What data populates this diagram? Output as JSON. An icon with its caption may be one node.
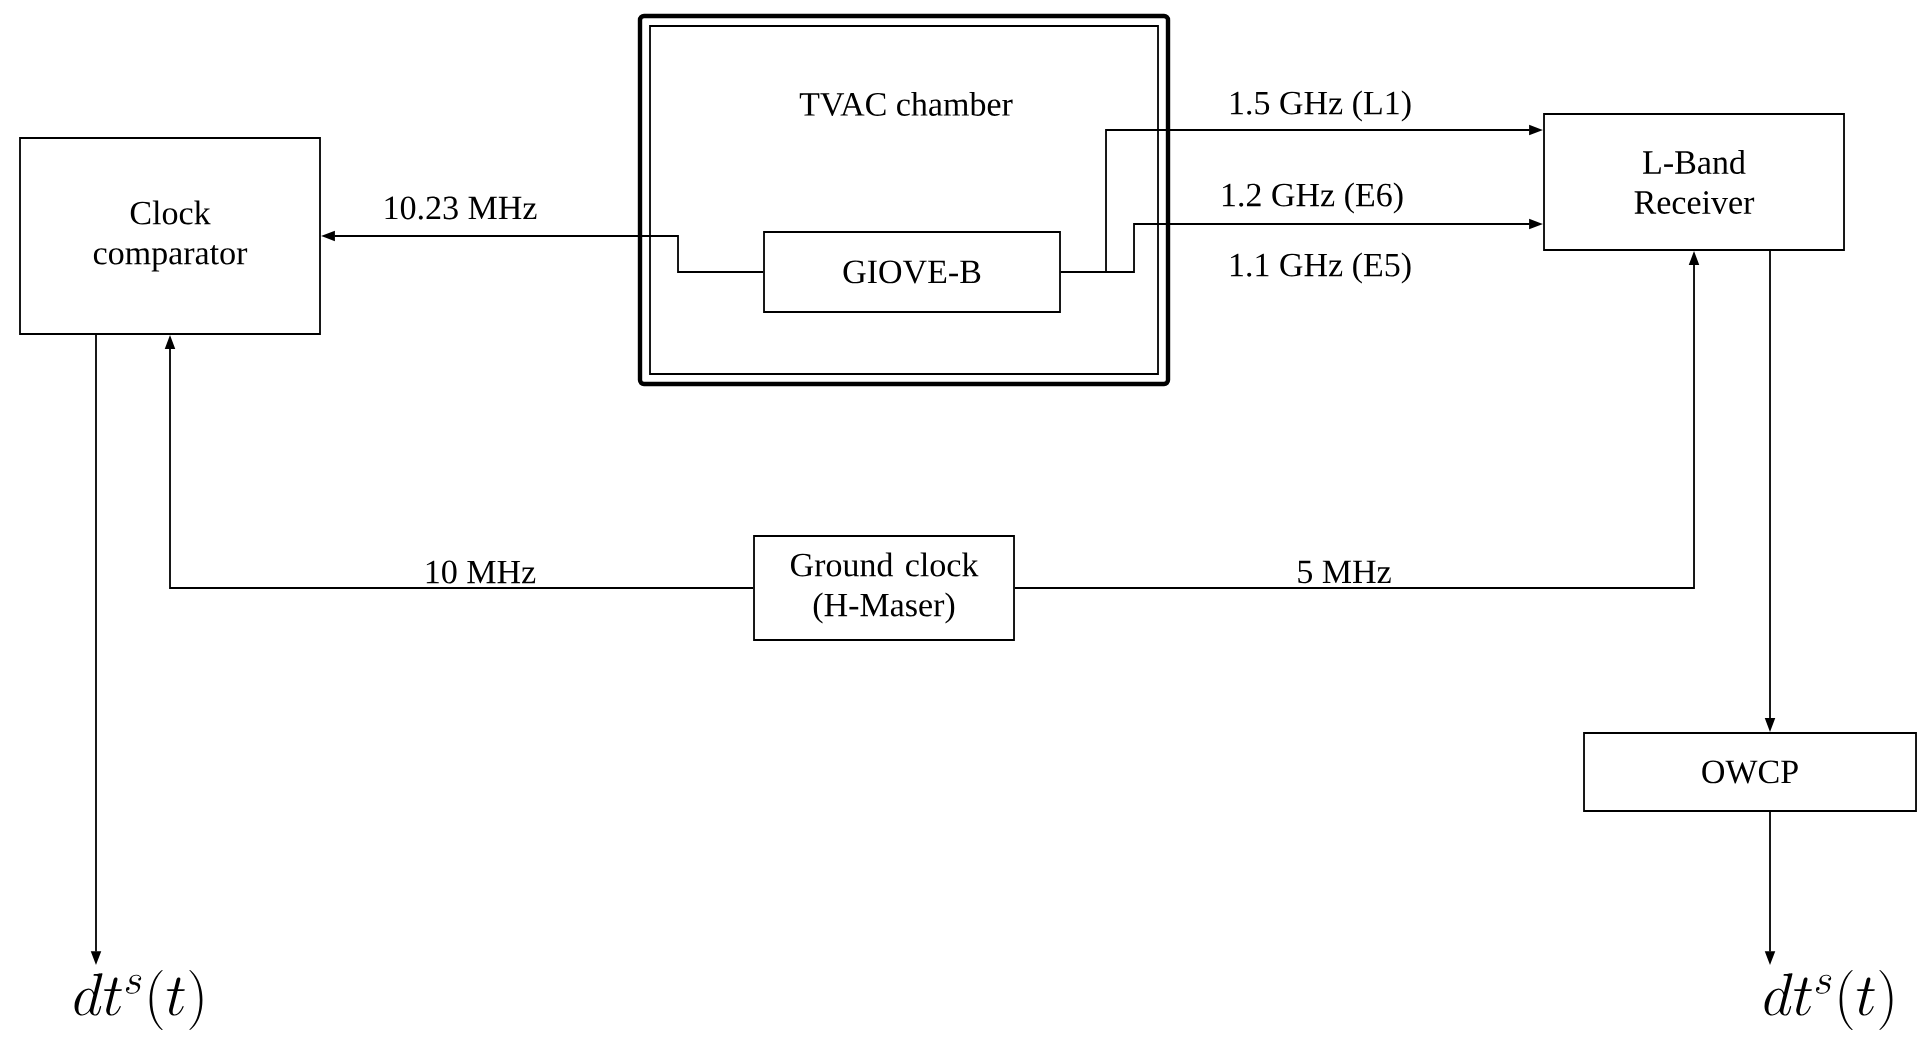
{
  "diagram": {
    "nodes": [
      {
        "text": [
          "TVAC chamber"
        ]
      },
      {
        "text": [
          "GIOVE-B"
        ],
        "in": 0
      },
      {
        "text": [
          "Clock comparator"
        ]
      },
      {
        "text": [
          "L-Band Receiver"
        ]
      },
      {
        "text": [
          "Ground clock (H-Maser)"
        ]
      },
      {
        "text": [
          "OWCP"
        ]
      },
      {
        "text": [
          "dt^{s}(t)"
        ]
      },
      {
        "text": [
          "dt^{s}(t)"
        ]
      }
    ],
    "edges": [
      {
        "from": 1,
        "to": 2,
        "arrow": "to",
        "label": "10.23 MHz"
      },
      {
        "from": 1,
        "to": 3,
        "arrow": "to",
        "label": "1.5 GHz (L1)"
      },
      {
        "from": 1,
        "to": 3,
        "arrow": "to",
        "label": "1.2 GHz (E6)"
      },
      {
        "from": 4,
        "to": 2,
        "arrow": "to",
        "label": "10 MHz"
      },
      {
        "from": 4,
        "to": 3,
        "arrow": "to",
        "label": "5 MHz"
      },
      {
        "from": 2,
        "to": 6,
        "arrow": "to"
      },
      {
        "from": 3,
        "to": 5,
        "arrow": "to"
      },
      {
        "from": 5,
        "to": 7,
        "arrow": "to"
      }
    ],
    "labels": [
      "1.1 GHz (E5)"
    ]
  }
}
